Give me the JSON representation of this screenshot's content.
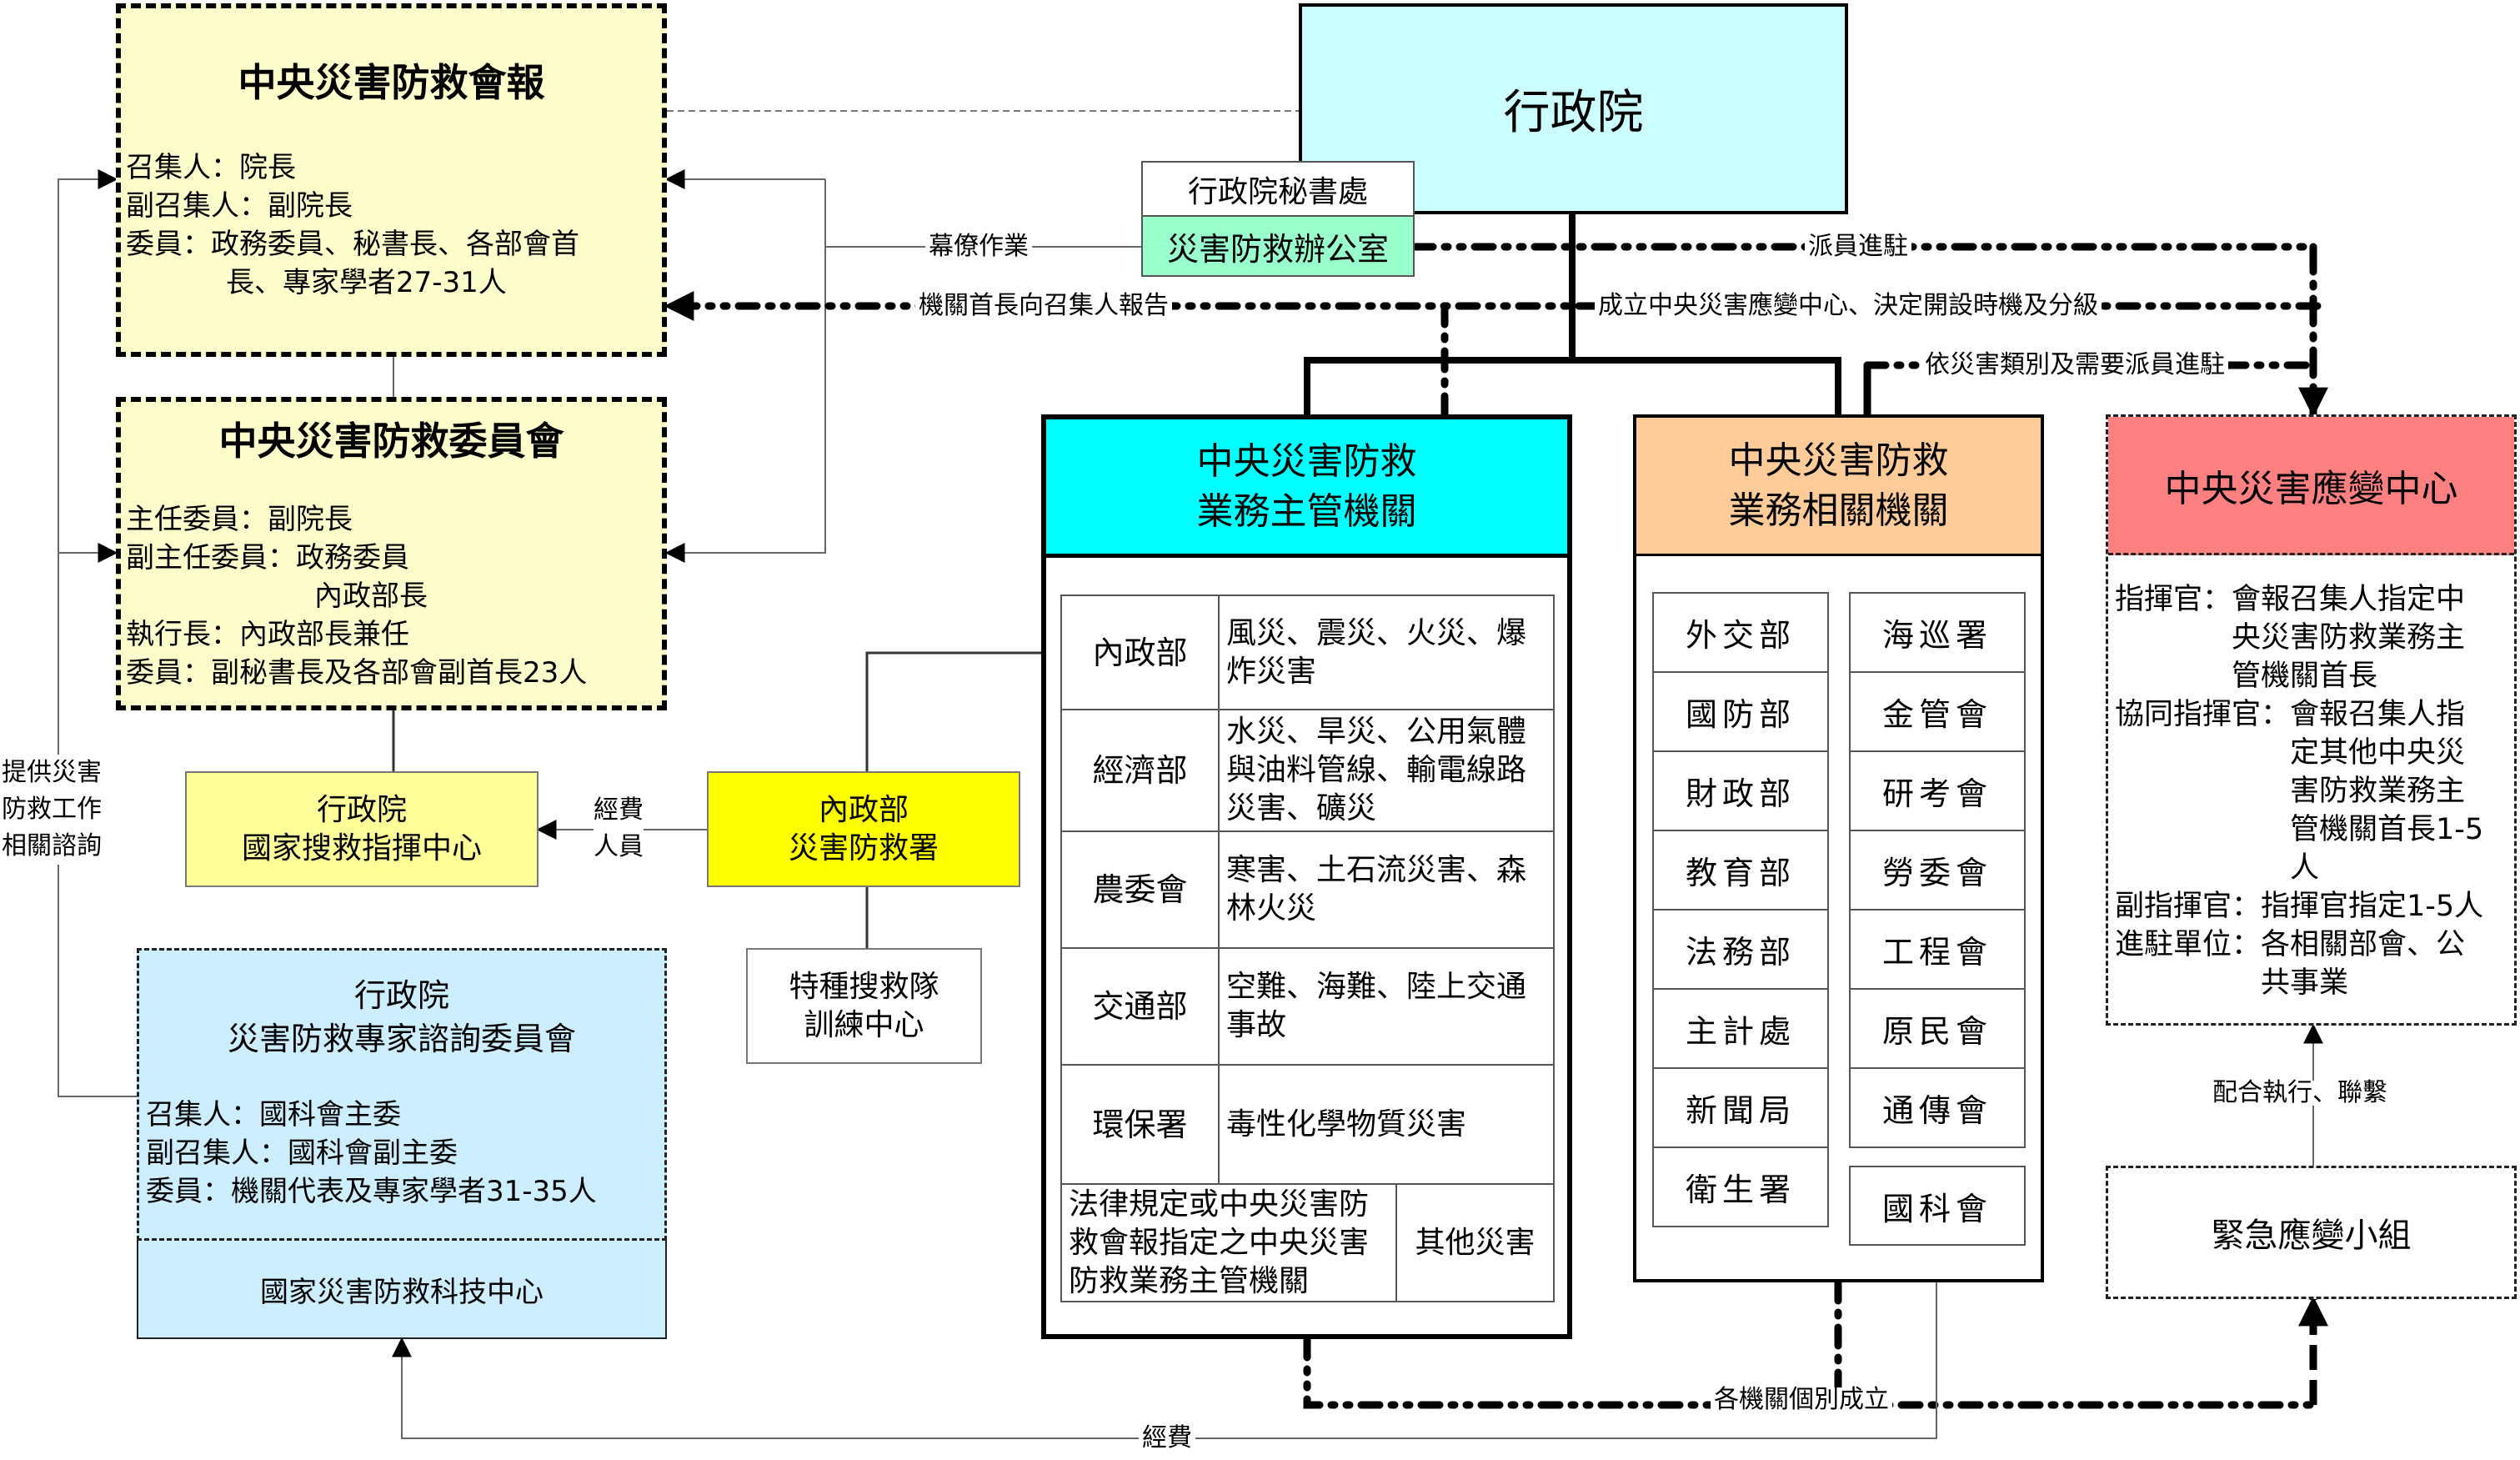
{
  "diagram_title": "中央災害防救體系",
  "colors": {
    "council_fill": "#fefecc",
    "executive_yuan_fill": "#ccffff",
    "office_fill": "#99ffcc",
    "competent_fill": "#00ffff",
    "related_fill": "#ffcc99",
    "eoc_fill": "#ff8080",
    "search_center_fill": "#ffff99",
    "ndpa_fill": "#ffff00",
    "expert_fill": "#cceeff"
  },
  "central_council": {
    "title": "中央災害防救會報",
    "lines": [
      "召集人：院長",
      "副召集人：副院長",
      "委員：政務委員、秘書長、各部會首",
      "長、專家學者27-31人"
    ]
  },
  "central_committee": {
    "title": "中央災害防救委員會",
    "lines": [
      "主任委員：副院長",
      "副主任委員：政務委員",
      "內政部長",
      "執行長：內政部長兼任",
      "委員：副秘書長及各部會副首長23人"
    ]
  },
  "search_rescue_center": {
    "line1": "行政院",
    "line2": "國家搜救指揮中心"
  },
  "ndpa": {
    "line1": "內政部",
    "line2": "災害防救署"
  },
  "special_rescue": {
    "line1": "特種搜救隊",
    "line2": "訓練中心"
  },
  "expert_committee": {
    "line1": "行政院",
    "line2": "災害防救專家諮詢委員會",
    "lines": [
      "召集人：國科會主委",
      "副召集人：國科會副主委",
      "委員：機關代表及專家學者31-35人"
    ],
    "footer": "國家災害防救科技中心"
  },
  "executive_yuan": {
    "title": "行政院"
  },
  "secretariat": {
    "title": "行政院秘書處",
    "office": "災害防救辦公室"
  },
  "competent_authorities": {
    "title_line1": "中央災害防救",
    "title_line2": "業務主管機關",
    "rows": [
      {
        "agency": "內政部",
        "duty": [
          "風災、震災、火災、爆",
          "炸災害"
        ]
      },
      {
        "agency": "經濟部",
        "duty": [
          "水災、旱災、公用氣體",
          "與油料管線、輸電線路",
          "災害、礦災"
        ]
      },
      {
        "agency": "農委會",
        "duty": [
          "寒害、土石流災害、森",
          "林火災"
        ]
      },
      {
        "agency": "交通部",
        "duty": [
          "空難、海難、陸上交通",
          "事故"
        ]
      },
      {
        "agency": "環保署",
        "duty": [
          "毒性化學物質災害"
        ]
      }
    ],
    "last_row": {
      "agency": [
        "法律規定或中央災害防",
        "救會報指定之中央災害",
        "防救業務主管機關"
      ],
      "duty": "其他災害"
    }
  },
  "related_agencies": {
    "title_line1": "中央災害防救",
    "title_line2": "業務相關機關",
    "left": [
      "外交部",
      "國防部",
      "財政部",
      "教育部",
      "法務部",
      "主計處",
      "新聞局",
      "衛生署"
    ],
    "right": [
      "海巡署",
      "金管會",
      "研考會",
      "勞委會",
      "工程會",
      "原民會",
      "通傳會"
    ],
    "extra": "國科會"
  },
  "eoc": {
    "title": "中央災害應變中心",
    "entries": [
      {
        "label": "指揮官：",
        "lines": [
          "會報召集人指定中",
          "央災害防救業務主",
          "管機關首長"
        ]
      },
      {
        "label": "協同指揮官：",
        "lines": [
          "會報召集人指",
          "定其他中央災",
          "害防救業務主",
          "管機關首長1-5",
          "人"
        ]
      },
      {
        "label": "副指揮官：",
        "lines": [
          "指揮官指定1-5人"
        ]
      },
      {
        "label": "進駐單位：",
        "lines": [
          "各相關部會、公",
          "共事業"
        ]
      }
    ]
  },
  "emergency_team": {
    "title": "緊急應變小組"
  },
  "connector_labels": {
    "staff_work": "幕僚作業",
    "report_to_convener": "機關首長向召集人報告",
    "dispatch_staff": "派員進駐",
    "establish_eoc": "成立中央災害應變中心、決定開設時機及分級",
    "dispatch_by_type": "依災害類別及需要派員進駐",
    "funding_personnel_1": "經費",
    "funding_personnel_2": "人員",
    "consultation_1": "提供災害",
    "consultation_2": "防救工作",
    "consultation_3": "相關諮詢",
    "cooperate": "配合執行、聯繫",
    "each_agency": "各機關個別成立",
    "funding": "經費"
  }
}
